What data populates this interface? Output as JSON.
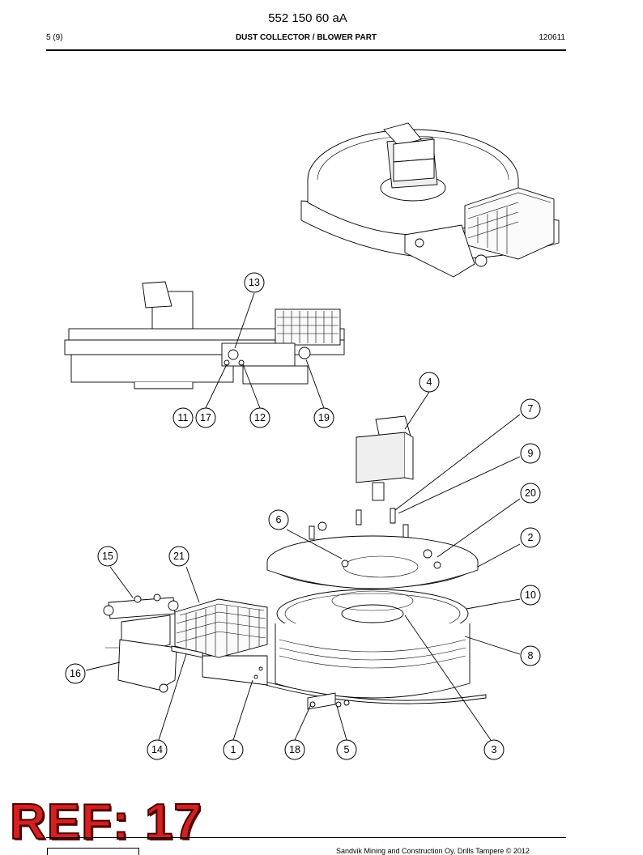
{
  "header": {
    "doc_number": "552 150 60 aA",
    "page": "5 (9)",
    "title": "DUST COLLECTOR / BLOWER PART",
    "date": "120611"
  },
  "footer": {
    "copyright": "Sandvik Mining and Construction Oy, Drills Tampere © 2012"
  },
  "stamp": {
    "text": "REF: 17",
    "color": "#d42020"
  },
  "callouts": [
    "1",
    "2",
    "3",
    "4",
    "5",
    "6",
    "7",
    "8",
    "9",
    "10",
    "11",
    "12",
    "13",
    "14",
    "15",
    "16",
    "17",
    "18",
    "19",
    "20",
    "21"
  ]
}
